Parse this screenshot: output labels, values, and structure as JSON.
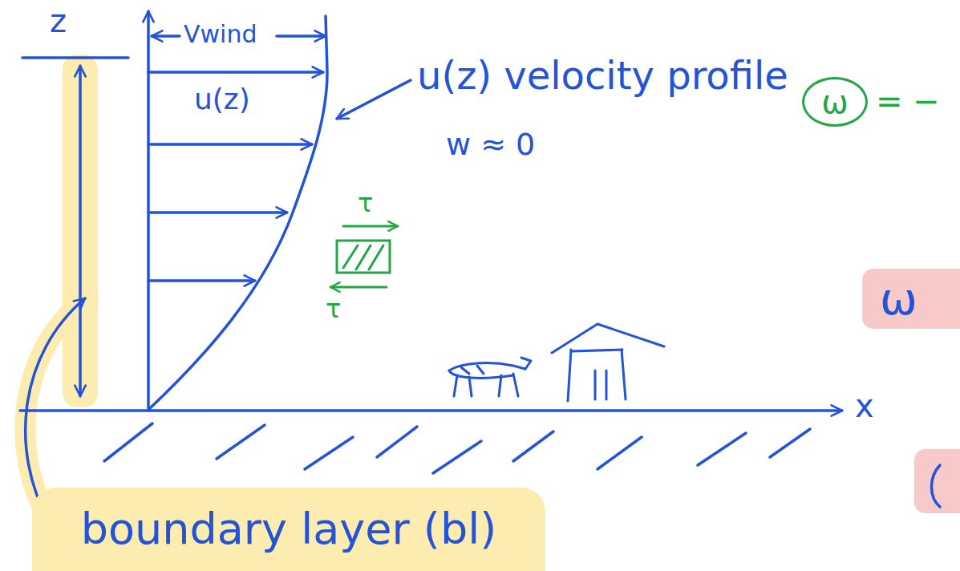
{
  "diagram": {
    "nodes": [
      {
        "text": [
          "boundary layer (bl)"
        ]
      },
      {
        "text": [
          "ω"
        ]
      },
      {
        "text": [
          "ω"
        ]
      }
    ],
    "labels": [
      "z",
      "Vwind",
      "u(z) velocity profile",
      "u(z)",
      "w ≈ 0",
      "τ",
      "τ",
      "x",
      "= −"
    ]
  }
}
